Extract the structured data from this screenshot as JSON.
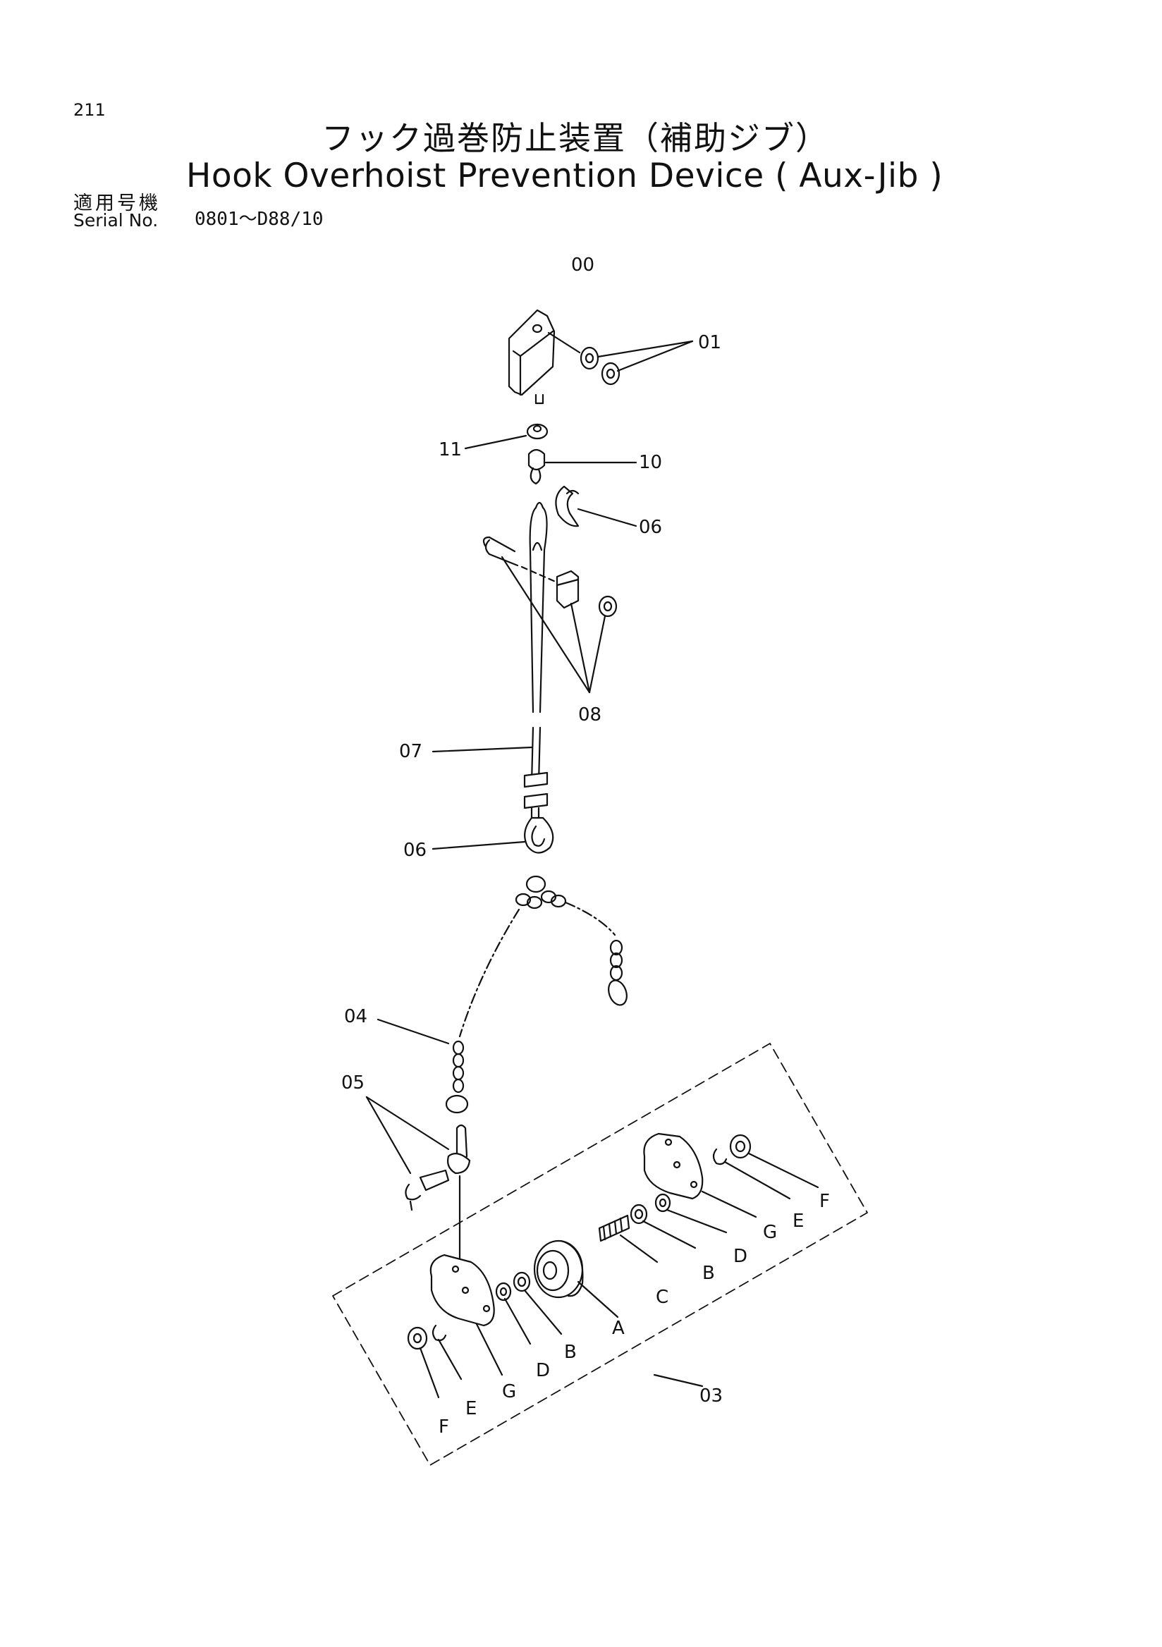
{
  "page_number": "211",
  "title_ja": "フック過巻防止装置（補助ジブ）",
  "title_en": "Hook Overhoist Prevention Device ( Aux-Jib )",
  "serial_label_ja": "適用号機",
  "serial_label_en": "Serial No.",
  "serial_value": "0801～D88/10",
  "part_labels": {
    "p00": "00",
    "p01": "01",
    "p11": "11",
    "p10": "10",
    "p06a": "06",
    "p08": "08",
    "p07": "07",
    "p06b": "06",
    "p04": "04",
    "p05": "05",
    "p03": "03",
    "A": "A",
    "B1": "B",
    "B2": "B",
    "C": "C",
    "D1": "D",
    "D2": "D",
    "E1": "E",
    "E2": "E",
    "F1": "F",
    "F2": "F",
    "G1": "G",
    "G2": "G"
  },
  "colors": {
    "ink": "#111111",
    "background": "#ffffff"
  }
}
